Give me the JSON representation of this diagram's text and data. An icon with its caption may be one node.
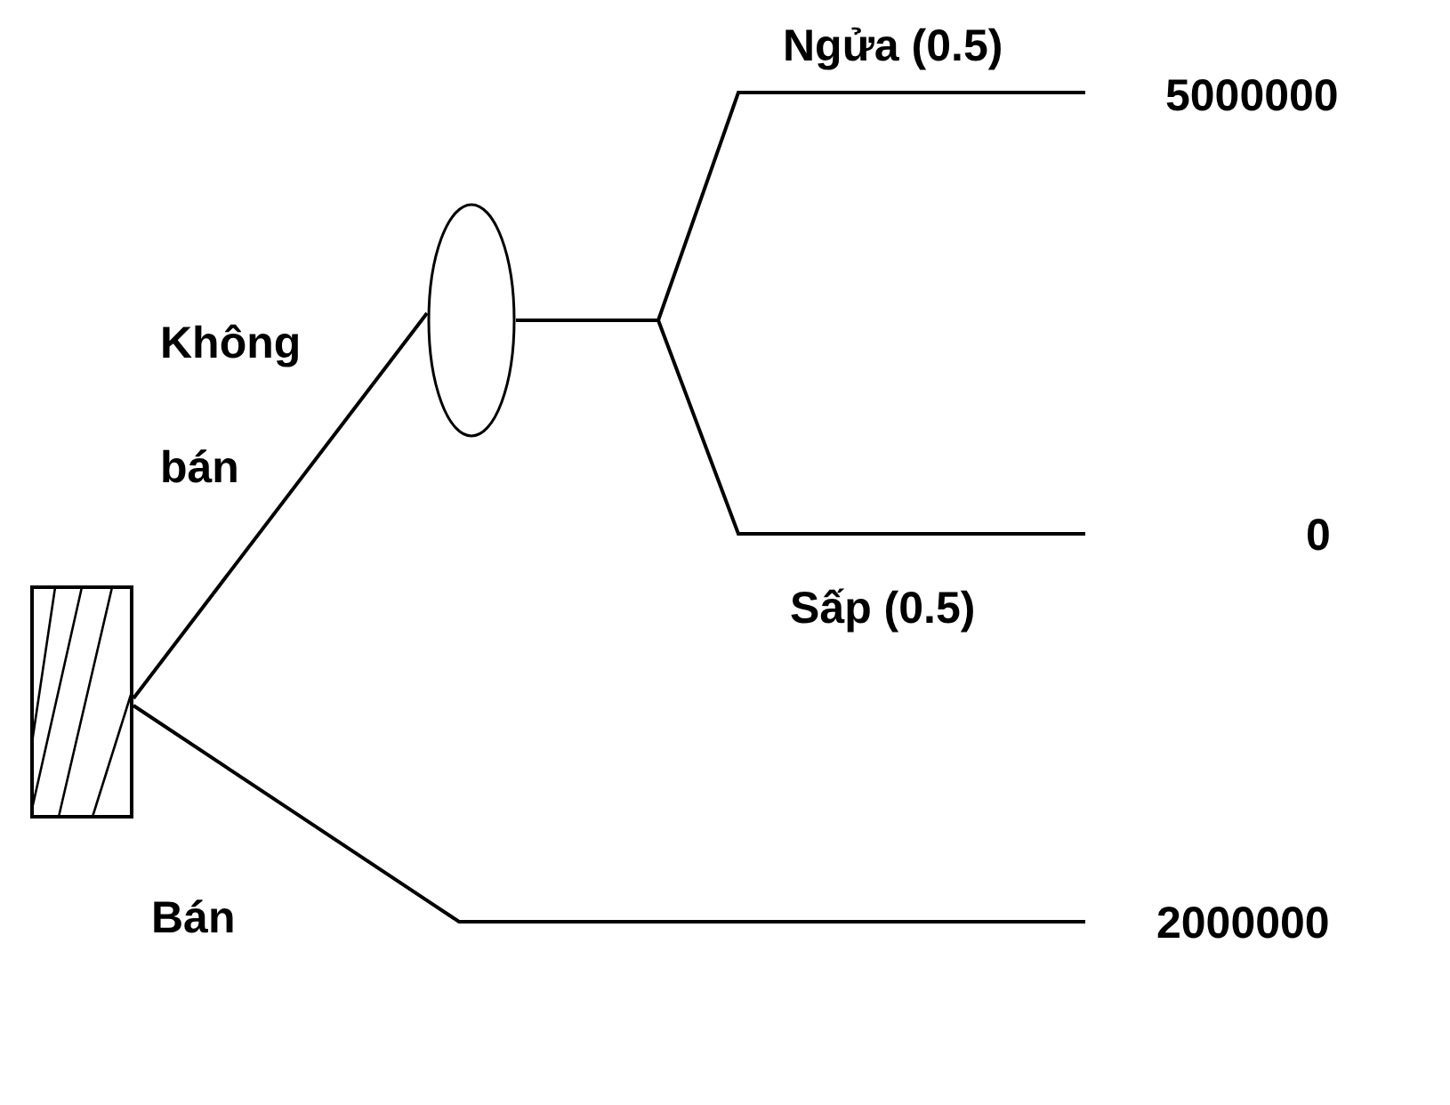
{
  "diagram": {
    "nodes": [
      {
        "text": [],
        "shape": "box"
      },
      {
        "text": [],
        "shape": "circle"
      }
    ],
    "edges": [
      {
        "from": 0,
        "to": 1,
        "arrow": "none",
        "label": "Không bán"
      },
      {
        "from": 1,
        "to": null,
        "arrow": "none",
        "label": "Ngửa (0.5)"
      },
      {
        "from": 1,
        "to": null,
        "arrow": "none",
        "label": "Sấp (0.5)"
      },
      {
        "from": 0,
        "to": null,
        "arrow": "none",
        "label": "Bán"
      }
    ],
    "labels": [
      "5000000",
      "0",
      "2000000"
    ]
  }
}
